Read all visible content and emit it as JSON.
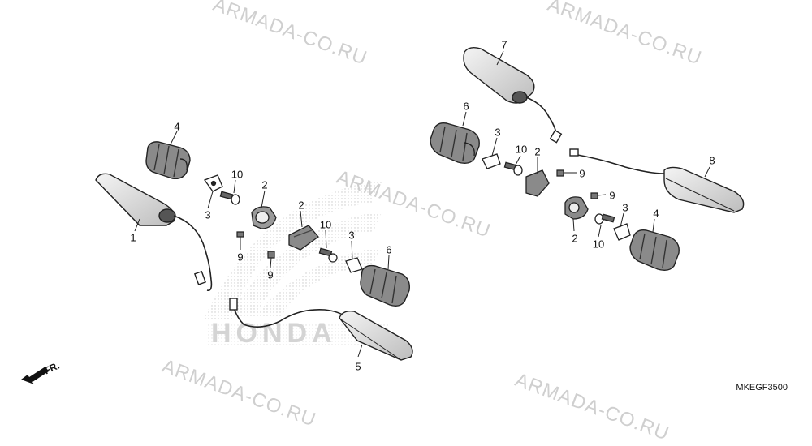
{
  "watermark": "ARMADA-CO.RU",
  "diagram_code": "MKEGF3500",
  "direction_label": "FR.",
  "brand_logo_text": "HONDA",
  "callouts": {
    "c1": "1",
    "c2a": "2",
    "c2b": "2",
    "c2c": "2",
    "c2d": "2",
    "c3a": "3",
    "c3b": "3",
    "c3c": "3",
    "c3d": "3",
    "c4a": "4",
    "c4b": "4",
    "c5": "5",
    "c6a": "6",
    "c6b": "6",
    "c7": "7",
    "c8": "8",
    "c9a": "9",
    "c9b": "9",
    "c9c": "9",
    "c9d": "9",
    "c10a": "10",
    "c10b": "10",
    "c10c": "10",
    "c10d": "10"
  }
}
